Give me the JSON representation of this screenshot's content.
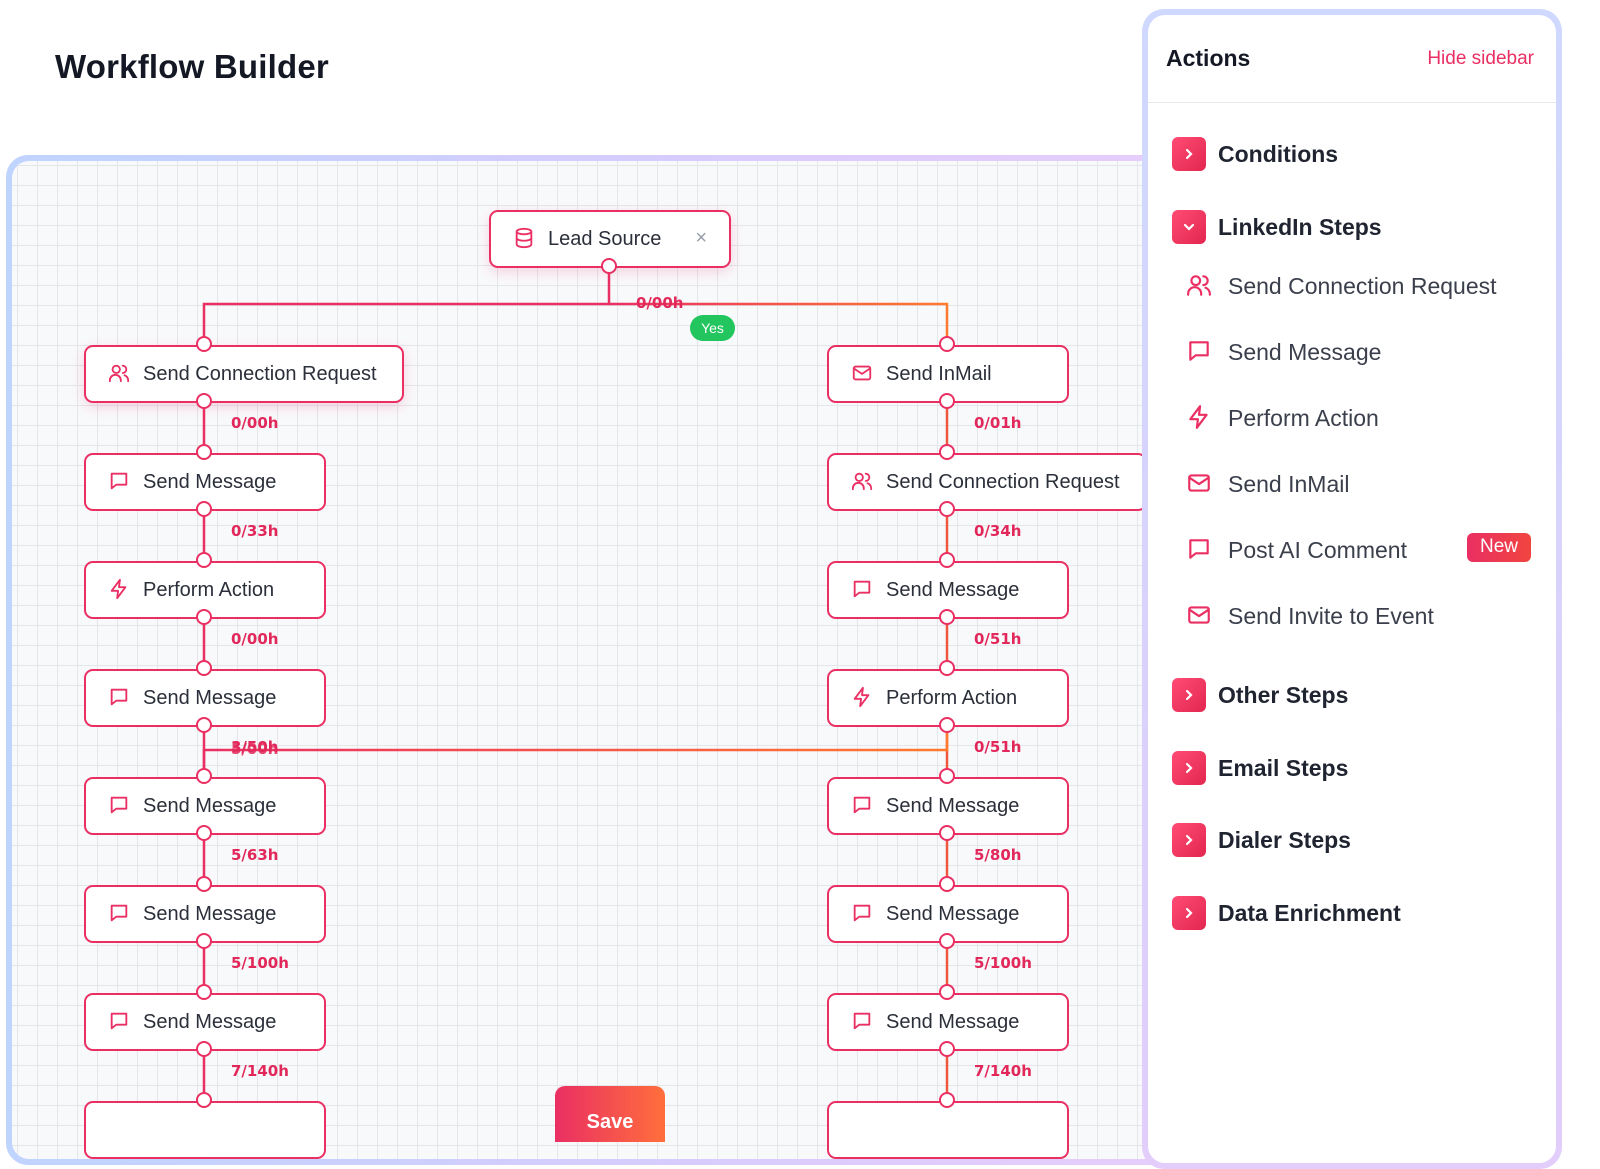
{
  "page": {
    "title": "Workflow Builder"
  },
  "colors": {
    "accent": "#ea2f63",
    "accent_secondary": "#ff6f3c",
    "success": "#22c55e"
  },
  "canvas": {
    "lead": {
      "label": "Lead Source",
      "icon": "database-icon",
      "close": "×"
    },
    "split_delay": "0/00h",
    "yes_label": "Yes",
    "left_branch": [
      {
        "label": "Send Connection Request",
        "icon": "users-icon",
        "delay": "0/00h"
      },
      {
        "label": "Send Message",
        "icon": "message-icon",
        "delay": "0/33h"
      },
      {
        "label": "Perform Action",
        "icon": "bolt-icon",
        "delay": "0/00h"
      },
      {
        "label": "Send Message",
        "icon": "message-icon",
        "delay": "3/50h"
      },
      {
        "label": "Send Message",
        "icon": "message-icon",
        "delay": "5/63h"
      },
      {
        "label": "Send Message",
        "icon": "message-icon",
        "delay": "5/100h"
      },
      {
        "label": "Send Message",
        "icon": "message-icon",
        "delay": "7/140h"
      }
    ],
    "right_branch": [
      {
        "label": "Send InMail",
        "icon": "mail-icon",
        "delay": "0/01h"
      },
      {
        "label": "Send Connection Request",
        "icon": "users-icon",
        "delay": "0/34h"
      },
      {
        "label": "Send Message",
        "icon": "message-icon",
        "delay": "0/51h"
      },
      {
        "label": "Perform Action",
        "icon": "bolt-icon",
        "delay": "0/51h"
      },
      {
        "label": "Send Message",
        "icon": "message-icon",
        "delay": "5/80h"
      },
      {
        "label": "Send Message",
        "icon": "message-icon",
        "delay": "5/100h"
      },
      {
        "label": "Send Message",
        "icon": "message-icon",
        "delay": "7/140h"
      }
    ],
    "merge_delay": "5/00h",
    "save_label": "Save"
  },
  "sidebar": {
    "title": "Actions",
    "hide_label": "Hide sidebar",
    "sections": [
      {
        "label": "Conditions",
        "expanded": false
      },
      {
        "label": "LinkedIn Steps",
        "expanded": true
      },
      {
        "label": "Other Steps",
        "expanded": false
      },
      {
        "label": "Email Steps",
        "expanded": false
      },
      {
        "label": "Dialer Steps",
        "expanded": false
      },
      {
        "label": "Data Enrichment",
        "expanded": false
      }
    ],
    "linkedin_items": [
      {
        "label": "Send Connection Request",
        "icon": "users-icon"
      },
      {
        "label": "Send Message",
        "icon": "message-icon"
      },
      {
        "label": "Perform Action",
        "icon": "bolt-icon"
      },
      {
        "label": "Send InMail",
        "icon": "mail-icon"
      },
      {
        "label": "Post AI Comment",
        "icon": "message-icon",
        "badge": "New"
      },
      {
        "label": "Send Invite to Event",
        "icon": "mail-icon"
      }
    ]
  }
}
